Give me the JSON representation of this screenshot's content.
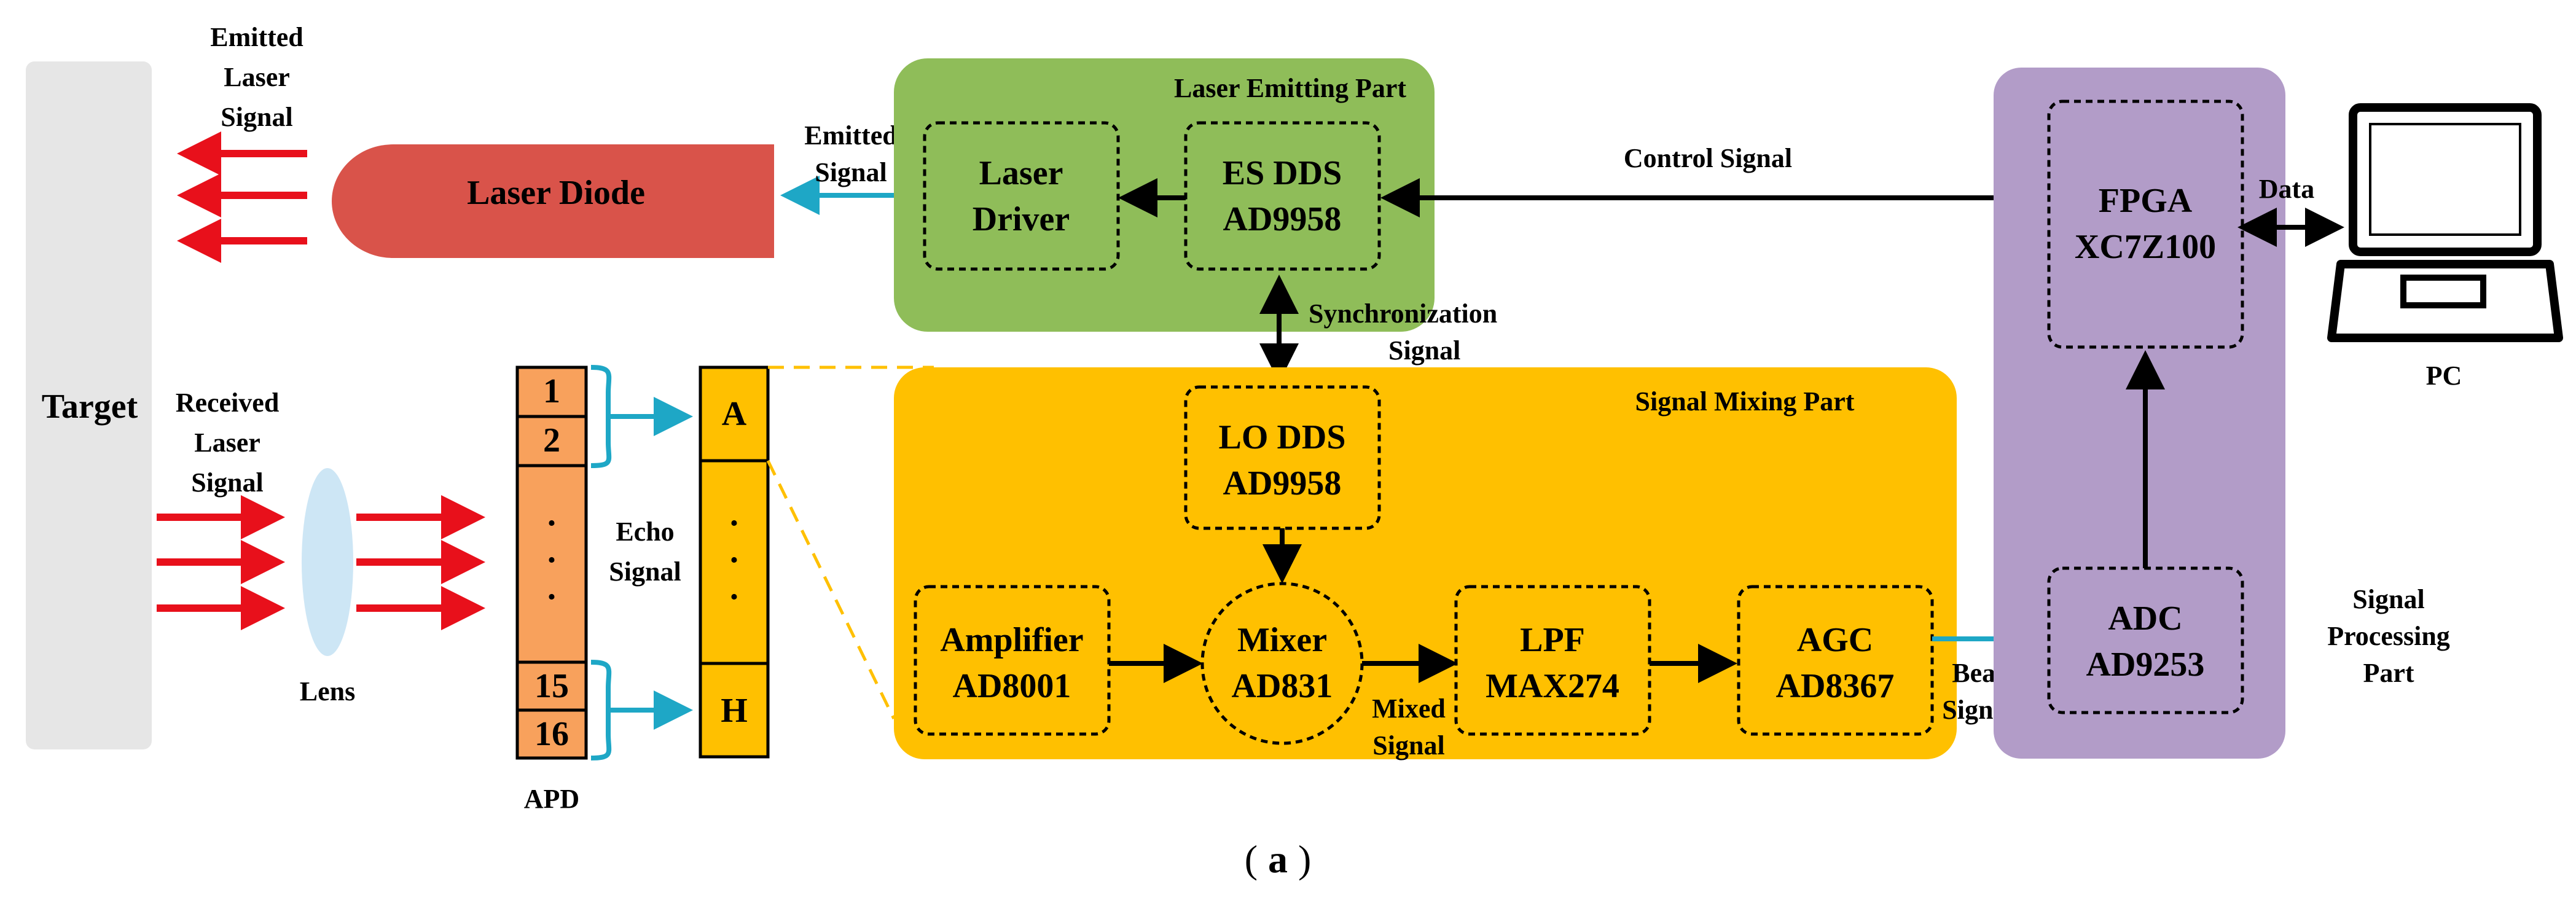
{
  "target_label": "Target",
  "emitted_laser_signal": [
    "Emitted",
    "Laser",
    "Signal"
  ],
  "received_laser_signal": [
    "Received",
    "Laser",
    "Signal"
  ],
  "laser_diode": "Laser Diode",
  "emitted_signal": [
    "Emitted",
    "Signal"
  ],
  "lens": "Lens",
  "apd": {
    "label": "APD",
    "cells": [
      "1",
      "2",
      "·",
      "·",
      "·",
      "15",
      "16"
    ]
  },
  "echo_signal": [
    "Echo",
    "Signal"
  ],
  "channel": {
    "top": "A",
    "bottom": "H",
    "dots": [
      "·",
      "·",
      "·"
    ]
  },
  "laser_emitting_part": {
    "title": "Laser Emitting Part",
    "laser_driver": [
      "Laser",
      "Driver"
    ],
    "es_dds": [
      "ES DDS",
      "AD9958"
    ]
  },
  "control_signal": "Control Signal",
  "synchronization_signal": [
    "Synchronization",
    "Signal"
  ],
  "signal_mixing_part": {
    "title": "Signal Mixing Part",
    "lo_dds": [
      "LO DDS",
      "AD9958"
    ],
    "amplifier": [
      "Amplifier",
      "AD8001"
    ],
    "mixer": [
      "Mixer",
      "AD831"
    ],
    "lpf": [
      "LPF",
      "MAX274"
    ],
    "agc": [
      "AGC",
      "AD8367"
    ]
  },
  "mixed_signal": [
    "Mixed",
    "Signal"
  ],
  "beat_signal": [
    "Beat",
    "Signal"
  ],
  "signal_processing_part": {
    "title": [
      "Signal",
      "Processing",
      "Part"
    ],
    "fpga": [
      "FPGA",
      "XC7Z100"
    ],
    "adc": [
      "ADC",
      "AD9253"
    ]
  },
  "data_label": "Data",
  "pc_label": "PC",
  "caption": {
    "open": "(",
    "letter": "a",
    "close": ")"
  },
  "colors": {
    "target": "#e6e6e6",
    "laser_diode": "#d9534a",
    "laser_emitting_part": "#8fbd59",
    "signal_mixing_part": "#ffc000",
    "signal_processing_part": "#b29cc8",
    "apd_cells": "#f8a15c",
    "channel_cells": "#ffc000",
    "laser_arrow": "#e8101b",
    "optical_link": "#1ea7c6",
    "lens": "#cde6f5"
  },
  "icons": [
    "laptop-icon",
    "lens-icon"
  ]
}
